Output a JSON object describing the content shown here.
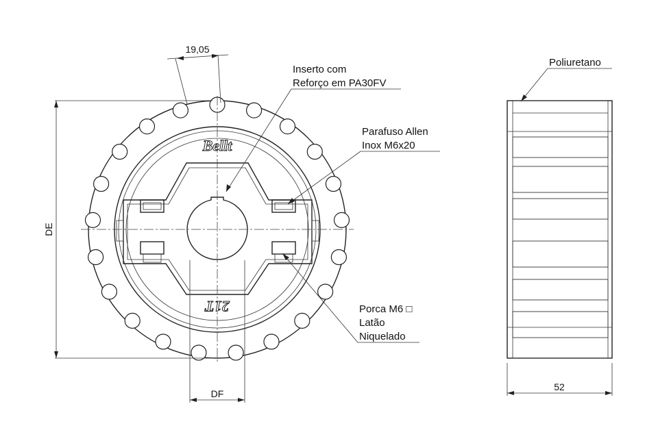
{
  "dimensions": {
    "pitch": "19,05",
    "outer_diameter": "DE",
    "bore_diameter": "DF",
    "width": "52"
  },
  "callouts": {
    "insert_line1": "Inserto com",
    "insert_line2": "Reforço em PA30FV",
    "screw_line1": "Parafuso Allen",
    "screw_line2": "Inox M6x20",
    "nut_line1": "Porca M6 □",
    "nut_line2": "Latão",
    "nut_line3": "Niquelado",
    "material": "Poliuretano"
  },
  "engraving": {
    "brand": "Bellt",
    "tooth_count": "21T"
  }
}
